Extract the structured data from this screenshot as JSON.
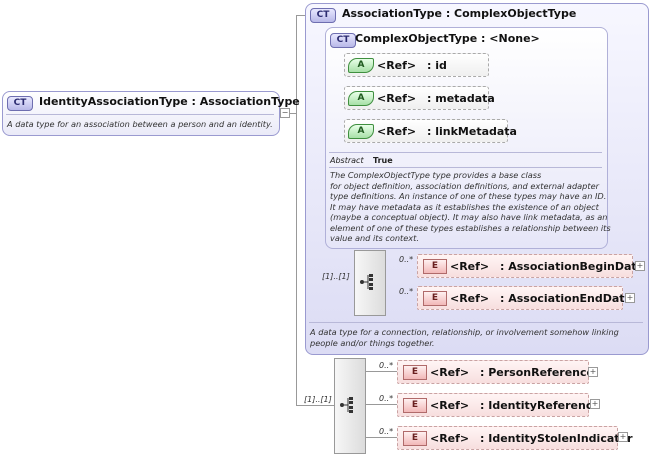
{
  "root": {
    "badge": "CT",
    "title": "IdentityAssociationType : AssociationType",
    "doc": "A data type for an association between a person and an identity."
  },
  "association": {
    "badge": "CT",
    "title": "AssociationType : ComplexObjectType",
    "doc": [
      "A data type for a connection, relationship, or involvement somehow linking",
      "people and/or things together."
    ],
    "sequence_occurrence": "[1]..[1]",
    "elements": [
      {
        "badge": "E",
        "ref": "<Ref>",
        "name": ": AssociationBeginDate",
        "occurrence": "0..*"
      },
      {
        "badge": "E",
        "ref": "<Ref>",
        "name": ": AssociationEndDate",
        "occurrence": "0..*"
      }
    ]
  },
  "complex": {
    "badge": "CT",
    "title": "ComplexObjectType : <None>",
    "attributes": [
      {
        "badge": "A",
        "ref": "<Ref>",
        "name": ": id"
      },
      {
        "badge": "A",
        "ref": "<Ref>",
        "name": ": metadata"
      },
      {
        "badge": "A",
        "ref": "<Ref>",
        "name": ": linkMetadata"
      }
    ],
    "abstract_label": "Abstract",
    "abstract_value": "True",
    "doc": [
      "The ComplexObjectType type provides a base class",
      "for object definition, association definitions, and external adapter",
      "type definitions. An instance of one of these types may have an ID.",
      "It may have metadata as it establishes the existence of an object",
      "(maybe a conceptual object). It may also have link metadata, as an",
      "element of one of these types establishes a relationship between its",
      "value and its context."
    ]
  },
  "outer_sequence": {
    "occurrence": "[1]..[1]",
    "elements": [
      {
        "badge": "E",
        "ref": "<Ref>",
        "name": ": PersonReference",
        "occurrence": "0..*"
      },
      {
        "badge": "E",
        "ref": "<Ref>",
        "name": ": IdentityReference",
        "occurrence": "0..*"
      },
      {
        "badge": "E",
        "ref": "<Ref>",
        "name": ": IdentityStolenIndicator",
        "occurrence": "0..*"
      }
    ]
  },
  "collapse_symbol": "−",
  "expand_symbol": "+"
}
